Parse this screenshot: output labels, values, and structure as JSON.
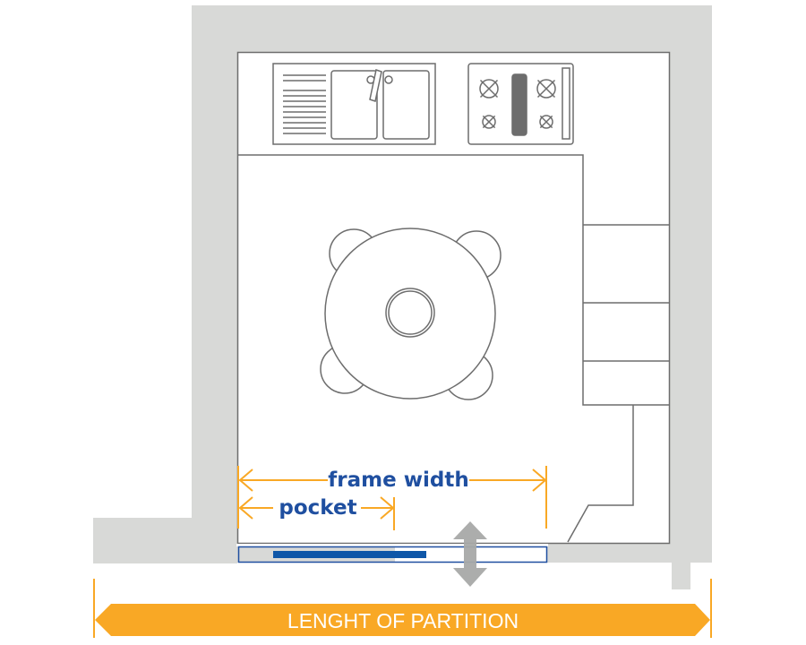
{
  "diagram": {
    "type": "kitchen floor plan with pocket sliding door",
    "colors": {
      "wall": "#d8d9d7",
      "outline": "#6d6d6d",
      "accent_orange": "#f9a825",
      "accent_blue": "#1f4fa0",
      "door_blue": "#0f57a8",
      "arrow_gray": "#a8a9a8"
    },
    "labels": {
      "frame_width": "frame width",
      "pocket": "pocket",
      "partition": "LENGHT OF PARTITION"
    },
    "fixtures": {
      "sink": "double-basin-sink",
      "hob": "four-burner-hob",
      "table": "round-dining-table",
      "chairs": 4,
      "drainboard_lines": 11,
      "cabinet_sections": 3
    }
  }
}
